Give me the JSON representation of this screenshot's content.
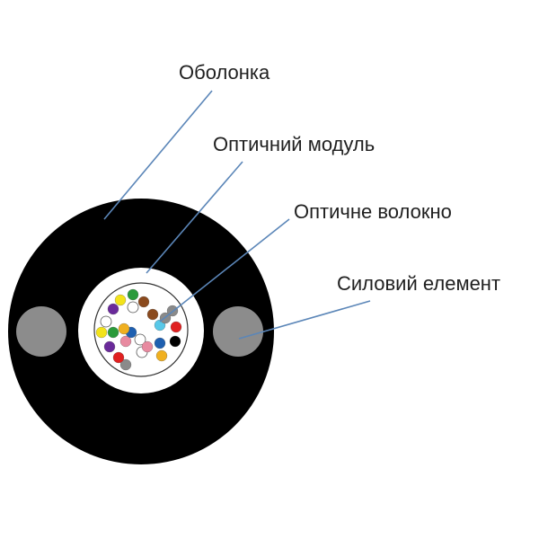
{
  "labels": {
    "sheath": "Оболонка",
    "module": "Оптичний модуль",
    "fiber": "Оптичне волокно",
    "strength_member": "Силовий елемент"
  },
  "colors": {
    "sheath": "#000000",
    "module_fill": "#ffffff",
    "strength_member": "#8c8c8c",
    "leader_line": "#5b86b8",
    "tube_outline": "#333333",
    "fibers": [
      "#f3e31a",
      "#2a9a3a",
      "#8a4a1e",
      "#ffffff",
      "#6a2a9a",
      "#f3e31a",
      "#2a9a3a",
      "#e88aa0",
      "#1e5fb0",
      "#ffffff",
      "#8a4a1e",
      "#e02020",
      "#f0b020",
      "#8a8a8a",
      "#1e5fb0",
      "#000000",
      "#e02020",
      "#6a2a9a",
      "#ffffff",
      "#f0b020",
      "#8a8a8a",
      "#58c8e8",
      "#e88aa0",
      "#ffffff",
      "#8a8a8a"
    ]
  }
}
